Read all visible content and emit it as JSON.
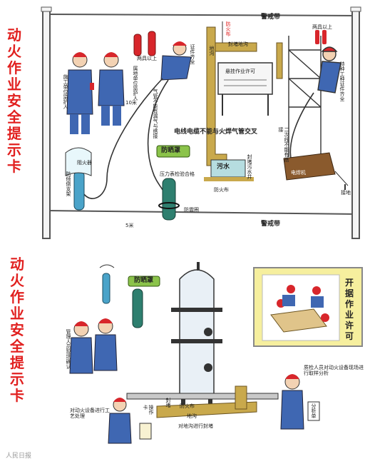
{
  "panel1": {
    "title": "动火作业安全提示卡",
    "cordon_top": "警戒带",
    "cordon_bottom": "警戒带",
    "guardian_construction": "施工单位监护人",
    "guardian_site": "属地单位监护人",
    "extinguisher_qty_left": "两具以上",
    "extinguisher_qty_right": "两具以上",
    "cert_worker": "证件齐全",
    "fire_cloth_top": "防火布",
    "ditch": "地沟",
    "seal_ditch": "封堵地沟",
    "permit_board": "悬挂作业许可",
    "special_cert": "特种工种证件齐全",
    "distance_10m": "10米",
    "no_lean": "气管不能有漏气与搭接",
    "cable_rule": "电线电缆不能与火焊气管交叉",
    "sunshade": "防晒罩",
    "gauge_qualified": "压力表检验合格",
    "anti_shock": "防震圈",
    "backfire": "阻火器",
    "anti_tip": "防倾倒支架",
    "sewage": "污水",
    "seal_sewer": "封堵污水井",
    "fire_cloth_sewer": "防火布",
    "secondary_cable": "二次线不能有搭接",
    "welder": "电焊机",
    "ground": "接地",
    "distance_5m": "5米"
  },
  "panel2": {
    "title": "动火作业安全提示卡",
    "sunshade": "防晒罩",
    "management": "管理人员现场确认",
    "process_treat": "对动火设备进行工艺处理",
    "seal": "封堵",
    "fire_cloth": "防火布",
    "ditch": "地沟",
    "seal_ditch": "对地沟进行封堵",
    "permit_lines": [
      "开",
      "据",
      "作",
      "业",
      "许",
      "可"
    ],
    "qc_sampling": "质检人员对动火设备现场进行取样分析",
    "analysis_sheet": "分析单",
    "op_tag": "操作卡",
    "watermark": "人民日报"
  },
  "colors": {
    "title_red": "#e1201f",
    "uniform_blue": "#3f67b2",
    "helmet_red": "#d8262b",
    "tank_green": "#2e7f6f",
    "frame_yellow": "#f6ef9e"
  }
}
